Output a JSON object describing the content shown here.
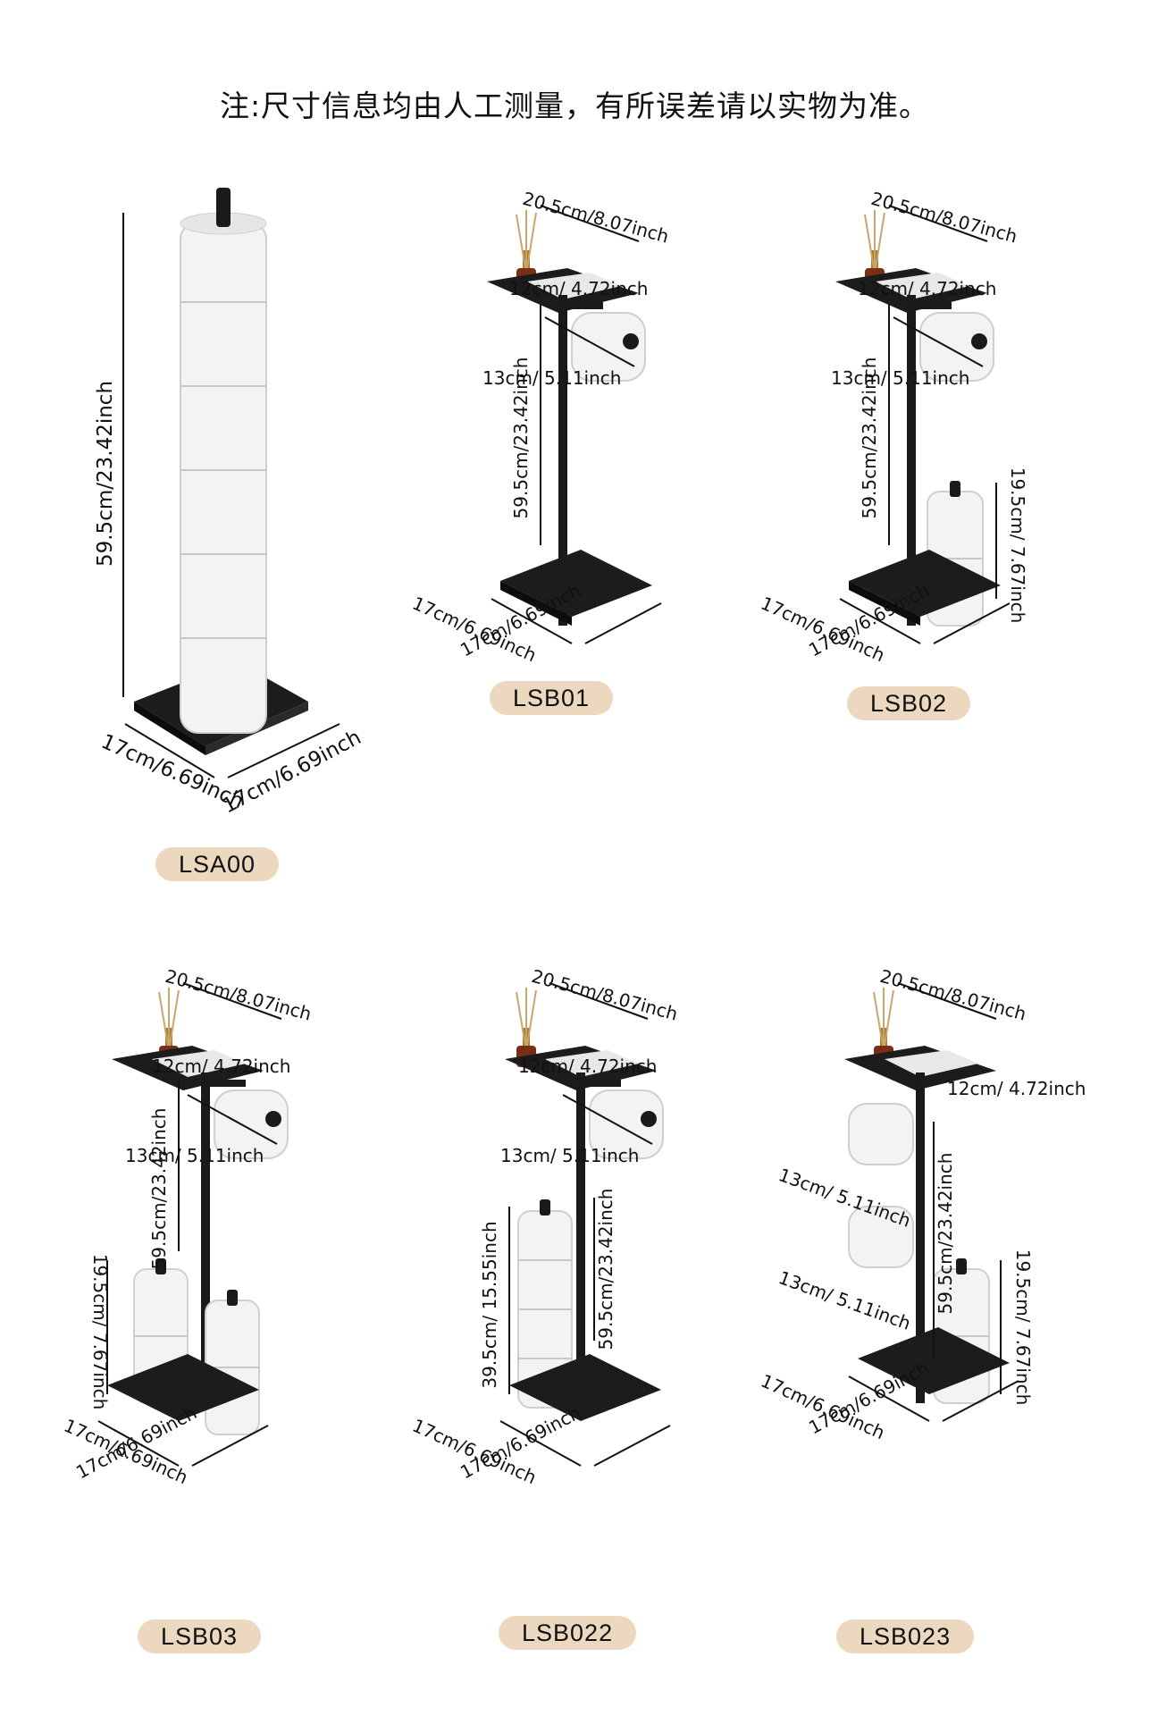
{
  "note": "注:尺寸信息均由人工测量，有所误差请以实物为准。",
  "colors": {
    "badge_bg": "#ecd7bf",
    "metal": "#1a1a1a",
    "paper": "#f2f2f2"
  },
  "dims": {
    "height": "59.5cm/23.42inch",
    "depth": "17cm/6.69inch",
    "width": "17cm/6.69inch",
    "tray": "20.5cm/8.07inch",
    "arm": "12cm/ 4.72inch",
    "roll": "13cm/ 5.11inch",
    "spare": "19.5cm/ 7.67inch",
    "tower": "39.5cm/ 15.55inch"
  },
  "models": [
    {
      "name": "LSA00"
    },
    {
      "name": "LSB01"
    },
    {
      "name": "LSB02"
    },
    {
      "name": "LSB03"
    },
    {
      "name": "LSB022"
    },
    {
      "name": "LSB023"
    }
  ]
}
